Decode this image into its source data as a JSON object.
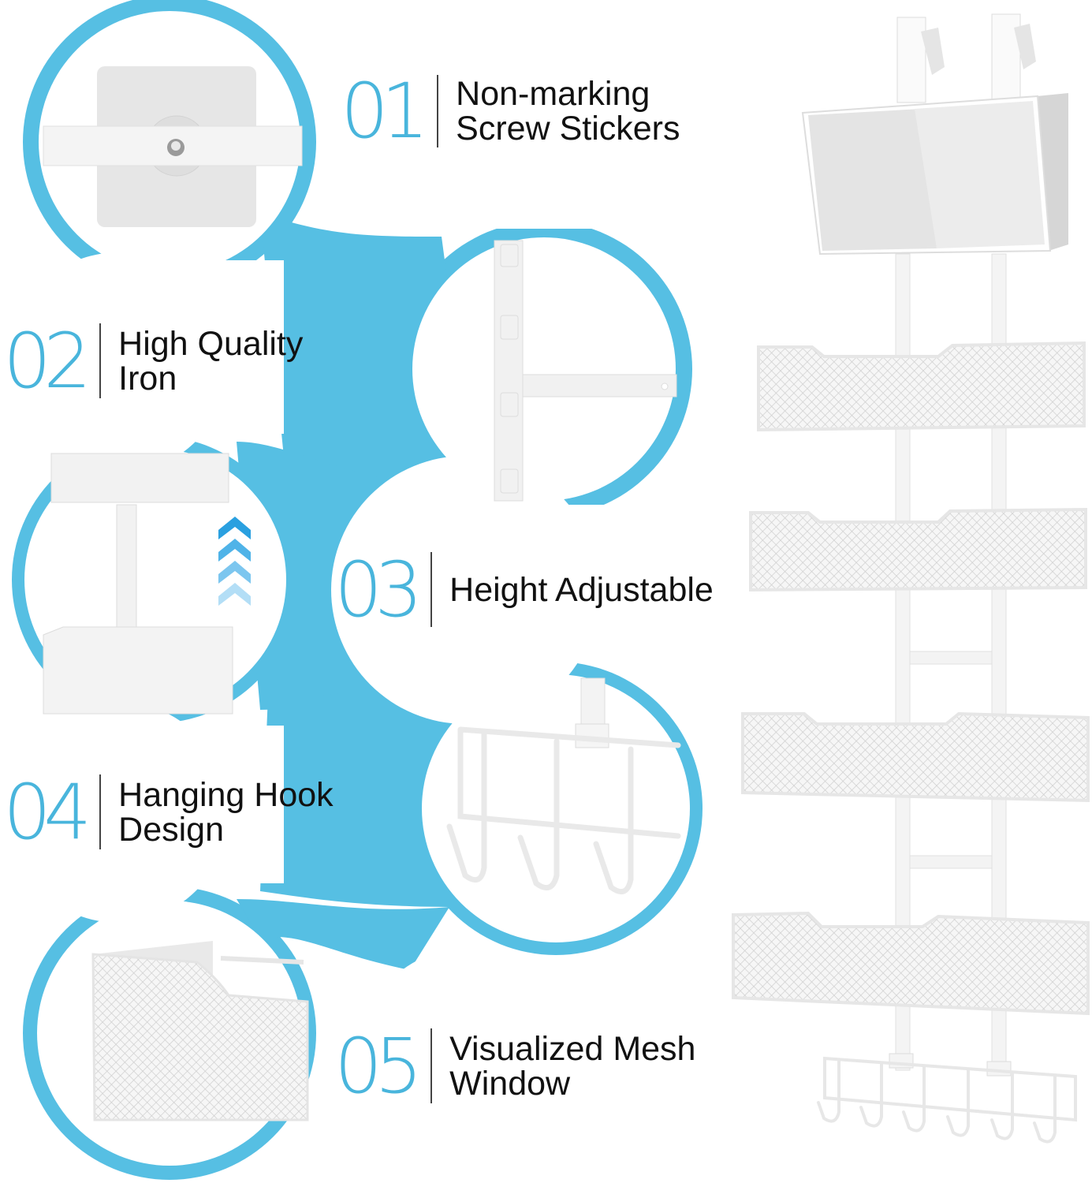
{
  "theme": {
    "accent": "#56bfe3",
    "number_color": "#49b5dc",
    "text_color": "#111111",
    "background": "#ffffff"
  },
  "features": [
    {
      "number": "01",
      "line1": "Non-marking",
      "line2": "Screw Stickers",
      "detail_image": "screw-sticker-closeup"
    },
    {
      "number": "02",
      "line1": "High Quality",
      "line2": "Iron",
      "detail_image": "iron-frame-closeup"
    },
    {
      "number": "03",
      "line1": "Height Adjustable",
      "line2": "",
      "detail_image": "adjustable-shelf-closeup",
      "icon": "up-chevrons-icon"
    },
    {
      "number": "04",
      "line1": "Hanging Hook",
      "line2": "Design",
      "detail_image": "hook-closeup"
    },
    {
      "number": "05",
      "line1": "Visualized Mesh",
      "line2": "Window",
      "detail_image": "mesh-basket-closeup"
    }
  ],
  "product": {
    "name": "over-the-door-organizer-rack",
    "baskets": 4,
    "bottom_hooks": 6,
    "has_mirror": true
  }
}
